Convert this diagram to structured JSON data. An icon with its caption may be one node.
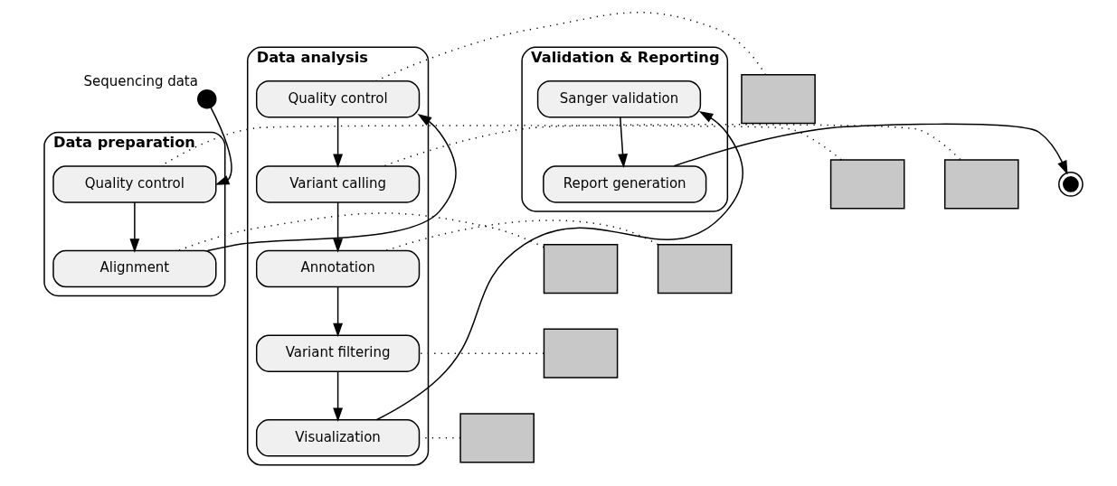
{
  "diagram": {
    "nodes": [
      {
        "text": [],
        "shape": "circle",
        "beside": [
          "Sequencing data"
        ]
      },
      {
        "text": [
          "Data preparation"
        ]
      },
      {
        "text": [
          "Quality control"
        ],
        "in": 1
      },
      {
        "text": [
          "Alignment"
        ],
        "in": 1
      },
      {
        "text": [],
        "shape": "box"
      },
      {
        "text": [],
        "shape": "box"
      },
      {
        "text": [
          "Data analysis"
        ]
      },
      {
        "text": [
          "Quality control"
        ],
        "in": 6
      },
      {
        "text": [
          "Variant calling"
        ],
        "in": 6
      },
      {
        "text": [
          "Annotation"
        ],
        "in": 6
      },
      {
        "text": [
          "Variant filtering"
        ],
        "in": 6
      },
      {
        "text": [
          "Visualization"
        ],
        "in": 6
      },
      {
        "text": [],
        "shape": "box"
      },
      {
        "text": [],
        "shape": "box"
      },
      {
        "text": [],
        "shape": "box"
      },
      {
        "text": [],
        "shape": "box"
      },
      {
        "text": [],
        "shape": "box"
      },
      {
        "text": [
          "Validation & Reporting"
        ]
      },
      {
        "text": [
          "Sanger validation"
        ],
        "in": 17
      },
      {
        "text": [
          "Report generation"
        ],
        "in": 17
      },
      {
        "text": [],
        "shape": "circle"
      }
    ],
    "edges": [
      {
        "from": 0,
        "to": 2,
        "arrow": "to"
      },
      {
        "from": 2,
        "to": 3,
        "arrow": "to"
      },
      {
        "from": 3,
        "to": 7,
        "arrow": "to"
      },
      {
        "from": 7,
        "to": 8,
        "arrow": "to"
      },
      {
        "from": 8,
        "to": 9,
        "arrow": "to"
      },
      {
        "from": 9,
        "to": 10,
        "arrow": "to"
      },
      {
        "from": 10,
        "to": 11,
        "arrow": "to"
      },
      {
        "from": 11,
        "to": 18,
        "arrow": "to"
      },
      {
        "from": 18,
        "to": 19,
        "arrow": "to"
      },
      {
        "from": 19,
        "to": 20,
        "arrow": "to"
      },
      {
        "from": 4,
        "to": 2,
        "arrow": "none",
        "style": "dashed"
      },
      {
        "from": 5,
        "to": 3,
        "arrow": "none",
        "style": "dashed"
      },
      {
        "from": 12,
        "to": 7,
        "arrow": "none",
        "style": "dashed"
      },
      {
        "from": 13,
        "to": 8,
        "arrow": "none",
        "style": "dashed"
      },
      {
        "from": 14,
        "to": 9,
        "arrow": "none",
        "style": "dashed"
      },
      {
        "from": 15,
        "to": 10,
        "arrow": "none",
        "style": "dashed"
      },
      {
        "from": 16,
        "to": 11,
        "arrow": "none",
        "style": "dashed"
      }
    ]
  }
}
